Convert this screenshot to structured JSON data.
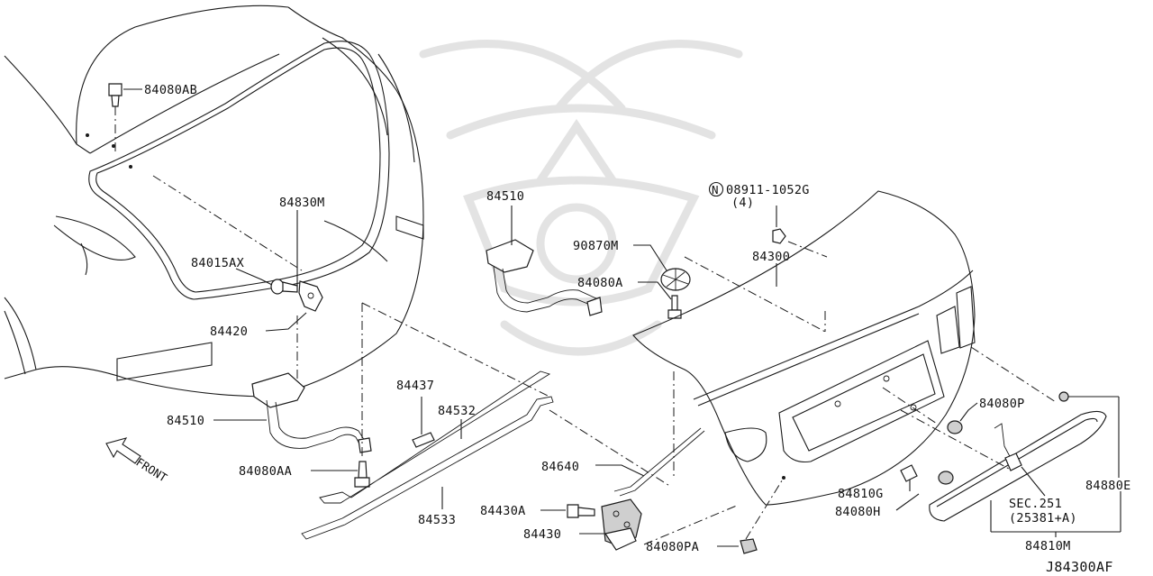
{
  "diagram_code": "J84300AF",
  "front_label": "FRONT",
  "colors": {
    "ink": "#1a1a1a",
    "watermark": "#e3e3e3",
    "background": "#ffffff"
  },
  "callouts": {
    "p84080AB": "84080AB",
    "p84830M": "84830M",
    "p84015AX": "84015AX",
    "p84420": "84420",
    "p84510_left": "84510",
    "p84080AA": "84080AA",
    "p84437": "84437",
    "p84532": "84532",
    "p84533": "84533",
    "p84510_center": "84510",
    "p90870M": "90870M",
    "p84080A": "84080A",
    "p08911": "08911-1052G",
    "p08911_qty": "(4)",
    "p08911_prefix": "N",
    "p84300": "84300",
    "p84640": "84640",
    "p84430A": "84430A",
    "p84430": "84430",
    "p84080PA": "84080PA",
    "p84080P": "84080P",
    "p84810G": "84810G",
    "p84080H": "84080H",
    "p84880E": "84880E",
    "sec_line1": "SEC.251",
    "sec_line2": "(25381+A)",
    "p84810M": "84810M"
  }
}
